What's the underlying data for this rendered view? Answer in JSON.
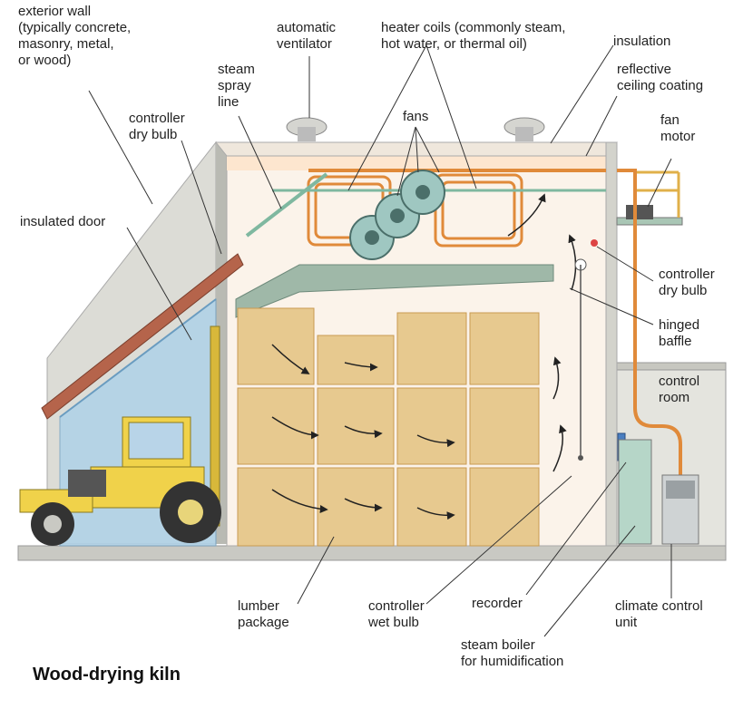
{
  "title": "Wood-drying kiln",
  "labels": {
    "exterior_wall": [
      "exterior wall",
      "(typically concrete,",
      "masonry, metal,",
      "or wood)"
    ],
    "automatic_ventilator": [
      "automatic",
      "ventilator"
    ],
    "heater_coils": [
      "heater coils (commonly steam,",
      "hot water, or thermal oil)"
    ],
    "insulation": [
      "insulation"
    ],
    "reflective_ceiling": [
      "reflective",
      "ceiling coating"
    ],
    "steam_spray_line": [
      "steam",
      "spray",
      "line"
    ],
    "controller_dry_bulb_left": [
      "controller",
      "dry bulb"
    ],
    "fans": [
      "fans"
    ],
    "fan_motor": [
      "fan",
      "motor"
    ],
    "insulated_door": [
      "insulated door"
    ],
    "controller_dry_bulb_right": [
      "controller",
      "dry bulb"
    ],
    "hinged_baffle": [
      "hinged",
      "baffle"
    ],
    "control_room": [
      "control",
      "room"
    ],
    "lumber_package": [
      "lumber",
      "package"
    ],
    "controller_wet_bulb": [
      "controller",
      "wet bulb"
    ],
    "recorder": [
      "recorder"
    ],
    "climate_control_unit": [
      "climate control",
      "unit"
    ],
    "steam_boiler": [
      "steam boiler",
      "for humidification"
    ]
  },
  "colors": {
    "wall": "#dcdcd6",
    "wall_dark": "#b9bab3",
    "interior": "#fbf3ea",
    "ceiling": "#fde6cf",
    "baffle": "#9fb8a8",
    "lumber": "#e7c98f",
    "lumber_dark": "#c99a52",
    "pipe_orange": "#e08a3a",
    "pipe_green": "#7fb8a0",
    "tractor": "#f0d24a",
    "glass": "#a9d1ea",
    "floor": "#c9c9c3",
    "cabinet": "#b6d6c8",
    "line": "#333333"
  },
  "icons": [
    "ventilator-icon",
    "fan-icon",
    "forklift-icon",
    "boiler-icon",
    "recorder-icon"
  ]
}
